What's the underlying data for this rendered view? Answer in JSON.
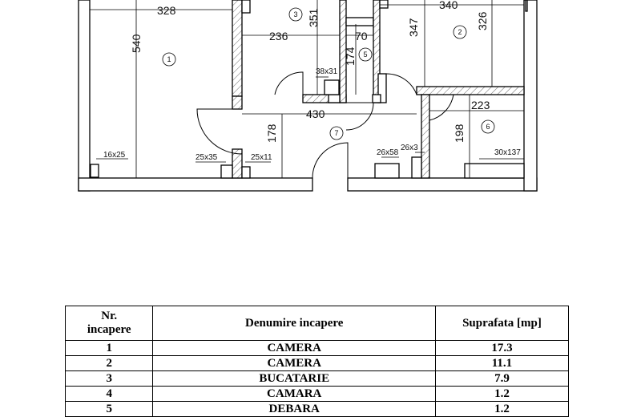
{
  "plan": {
    "dimensions": [
      "328",
      "540",
      "236",
      "351",
      "70",
      "174",
      "347",
      "340",
      "326",
      "430",
      "178",
      "223",
      "198"
    ],
    "room_numbers": [
      "1",
      "2",
      "3",
      "5",
      "6",
      "7"
    ],
    "fixtures": [
      "38x31",
      "16x25",
      "25x35",
      "25x11",
      "26x58",
      "26x3",
      "30x137"
    ]
  },
  "table": {
    "headers": {
      "nr_line1": "Nr.",
      "nr_line2": "incapere",
      "name": "Denumire incapere",
      "area": "Suprafata [mp]"
    },
    "rows": [
      {
        "nr": "1",
        "name": "CAMERA",
        "area": "17.3"
      },
      {
        "nr": "2",
        "name": "CAMERA",
        "area": "11.1"
      },
      {
        "nr": "3",
        "name": "BUCATARIE",
        "area": "7.9"
      },
      {
        "nr": "4",
        "name": "CAMARA",
        "area": "1.2"
      },
      {
        "nr": "5",
        "name": "DEBARA",
        "area": "1.2"
      }
    ]
  }
}
